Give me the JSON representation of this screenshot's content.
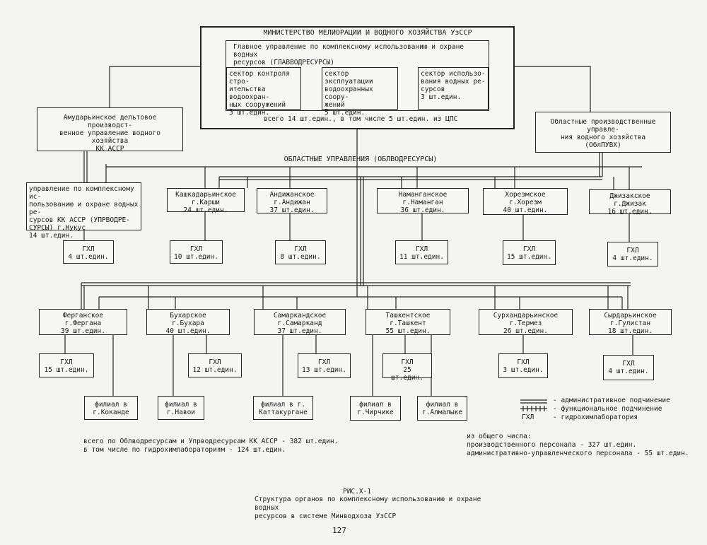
{
  "ministry": {
    "title": "МИНИСТЕРСТВО МЕЛИОРАЦИИ И ВОДНОГО ХОЗЯЙСТВА УзССР",
    "main_dept": "Главное управление по комплексному использованию и охране водных\nресурсов (ГЛАВВОДРЕСУРСЫ)",
    "sectors": [
      "сектор контроля стро-\nительства водоохран-\nных сооружений\n3 шт.един.",
      "сектор эксплуатации\nводоохранных соору-\nжений\n5 шт.един.",
      "сектор использо-\nвания водных ре-\nсурсов\n3 шт.един."
    ],
    "total": "всего 14 шт.един., в том числе 5 шт.един. из ЦПС"
  },
  "amu_delta": "Амударьинское дельтовое производст-\nвенное управление водного хозяйства\nКК АССР",
  "obl_puvh": "Областные производственные управле-\nния водного хозяйства\n(ОблПУВХ)",
  "obl_title": "ОБЛАСТНЫЕ УПРАВЛЕНИЯ (ОБЛВОДРЕСУРСЫ)",
  "nukus": "управление по комплексному ис-\nпользованию и охране водных ре-\nсурсов КК АССР (УПРВОДРЕ-\nСУРСЫ) г.Нукус\n14 шт.един.",
  "row1": [
    "Кашкадарьинское\nг.Карши\n24 шт.един.",
    "Андижанское\nг.Андижан\n37 шт.един.",
    "Наманганское\nг.Наманган\n36 шт.един.",
    "Хорезмское\nг.Хорезм\n40 шт.един.",
    "Джизакское\nг.Джизак\n16 шт.един."
  ],
  "row1_gxl": [
    "ГХЛ\n4 шт.един.",
    "ГХЛ\n10 шт.един.",
    "ГХЛ\n8 шт.един.",
    "ГХЛ\n11 шт.един.",
    "ГХЛ\n15 шт.един.",
    "ГХЛ\n4 шт.един."
  ],
  "row2": [
    "Ферганское\nг.Фергана\n39 шт.един.",
    "Бухарское\nг.Бухара\n40 шт.един.",
    "Самаркандское\nг.Самарканд\n37 шт.един.",
    "Ташкентское\nг.Ташкент\n55 шт.един.",
    "Сурхандарьинское\nг.Термез\n26 шт.един.",
    "Сырдарьинское\nг.Гулистан\n18 шт.един."
  ],
  "row2_gxl": [
    "ГХЛ\n15 шт.един.",
    "ГХЛ\n12 шт.един.",
    "ГХЛ\n13 шт.един.",
    "ГХЛ\n25 шт.един.",
    "ГХЛ\n3 шт.един.",
    "ГХЛ\n4 шт.един."
  ],
  "branches": [
    "филиал в\nг.Коканде",
    "филиал в\nг.Навои",
    "филиал в г.\nКаттакургане",
    "филиал в\nг.Чирчике",
    "филиал в\nг.Алмалыке"
  ],
  "legend": {
    "admin": "- административное подчинение",
    "func": "- функциональное подчинение",
    "gxl_abbr": "ГХЛ",
    "gxl": "- гидрохимлаборатория"
  },
  "totals_left": "всего по Облводресурсам и Упрводресурсам КК АССР - 382 шт.един.\nв том числе по гидрохимлабораториям          - 124 шт.един.",
  "totals_right": "из общего числа:\nпроизводственного персонала - 327 шт.един.\nадминистративно-управленческого персонала - 55 шт.един.",
  "caption": {
    "fig": "РИС.Х-1",
    "text": "Структура органов  по комплексному использованию и охране водных\nресурсов в системе Минводхоза УзССР"
  },
  "page_number": "127"
}
